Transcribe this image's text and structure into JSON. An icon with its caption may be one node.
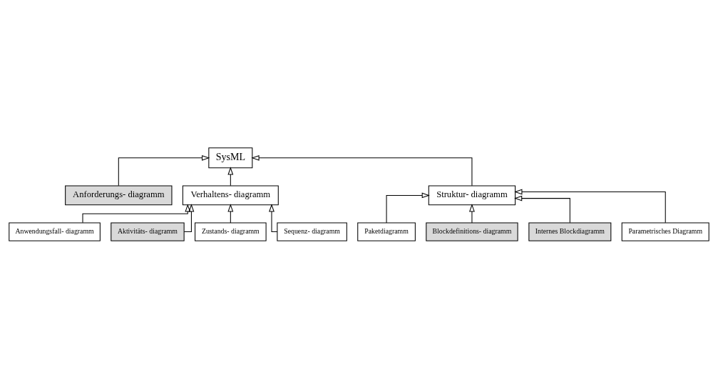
{
  "diagram": {
    "nodes": [
      {
        "text": [
          "SysML"
        ]
      },
      {
        "text": [
          "Anforderungs- diagramm"
        ]
      },
      {
        "text": [
          "Verhaltens- diagramm"
        ]
      },
      {
        "text": [
          "Struktur- diagramm"
        ]
      },
      {
        "text": [
          "Anwendungsfall- diagramm"
        ]
      },
      {
        "text": [
          "Aktivitäts- diagramm"
        ]
      },
      {
        "text": [
          "Zustands- diagramm"
        ]
      },
      {
        "text": [
          "Sequenz- diagramm"
        ]
      },
      {
        "text": [
          "Paketdiagramm"
        ]
      },
      {
        "text": [
          "Blockdefinitions- diagramm"
        ]
      },
      {
        "text": [
          "Internes Blockdiagramm"
        ]
      },
      {
        "text": [
          "Parametrisches Diagramm"
        ]
      }
    ],
    "edges": [
      {
        "from": 1,
        "to": 0,
        "arrow": "to"
      },
      {
        "from": 2,
        "to": 0,
        "arrow": "to"
      },
      {
        "from": 3,
        "to": 0,
        "arrow": "to"
      },
      {
        "from": 4,
        "to": 2,
        "arrow": "to"
      },
      {
        "from": 5,
        "to": 2,
        "arrow": "to"
      },
      {
        "from": 6,
        "to": 2,
        "arrow": "to"
      },
      {
        "from": 7,
        "to": 2,
        "arrow": "to"
      },
      {
        "from": 8,
        "to": 3,
        "arrow": "to"
      },
      {
        "from": 9,
        "to": 3,
        "arrow": "to"
      },
      {
        "from": 10,
        "to": 3,
        "arrow": "to"
      },
      {
        "from": 11,
        "to": 3,
        "arrow": "to"
      }
    ]
  }
}
